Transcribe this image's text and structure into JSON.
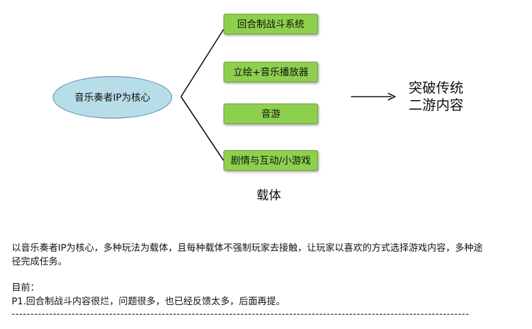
{
  "diagram": {
    "core_label": "音乐奏者IP为核心",
    "branches": [
      {
        "label": "回合制战斗系统"
      },
      {
        "label": "立绘+音乐播放器"
      },
      {
        "label": "音游"
      },
      {
        "label": "剧情与互动/小游戏"
      }
    ],
    "branches_caption": "载体",
    "result_line1": "突破传统",
    "result_line2": "二游内容"
  },
  "notes": {
    "paragraph": "以音乐奏者IP为核心，多种玩法为载体，且每种载体不强制玩家去接触，让玩家以喜欢的方式选择游戏内容，多种途径完成任务。",
    "current_heading": "目前：",
    "current_item": "P1.回合制战斗内容很烂，问题很多，也已经反馈太多，后面再提。",
    "separator": "--------------------------------------------------------------------------------------------------------------------------"
  },
  "colors": {
    "box_fill": "#8ed04e",
    "box_border": "#6a9f3a",
    "ellipse_fill": "#b7dde8",
    "ellipse_border": "#4f86a8"
  }
}
